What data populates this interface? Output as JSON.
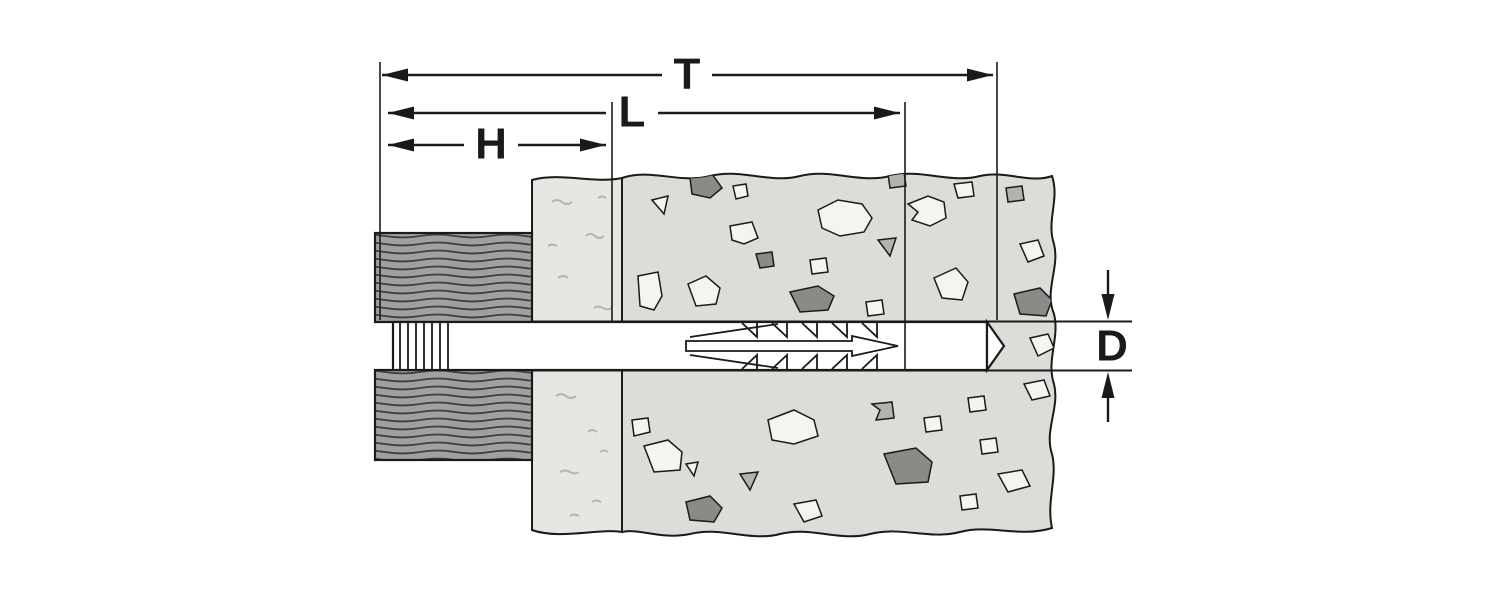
{
  "diagram": {
    "type": "technical-dimension-drawing",
    "labels": {
      "total_depth": "T",
      "anchor_length": "L",
      "fixture_thickness": "H",
      "diameter": "D"
    },
    "colors": {
      "line": "#1a1a1a",
      "background": "#ffffff",
      "wood_fill": "#a0a09e",
      "wood_grain": "#3d3d3d",
      "plaster_fill": "#e6e6e3",
      "plaster_speckle": "#b4b4b0",
      "concrete_fill": "#dcdcd9",
      "stone_light": "#f4f4f0",
      "stone_mid": "#b2b2af",
      "stone_dark": "#8a8a87"
    }
  }
}
